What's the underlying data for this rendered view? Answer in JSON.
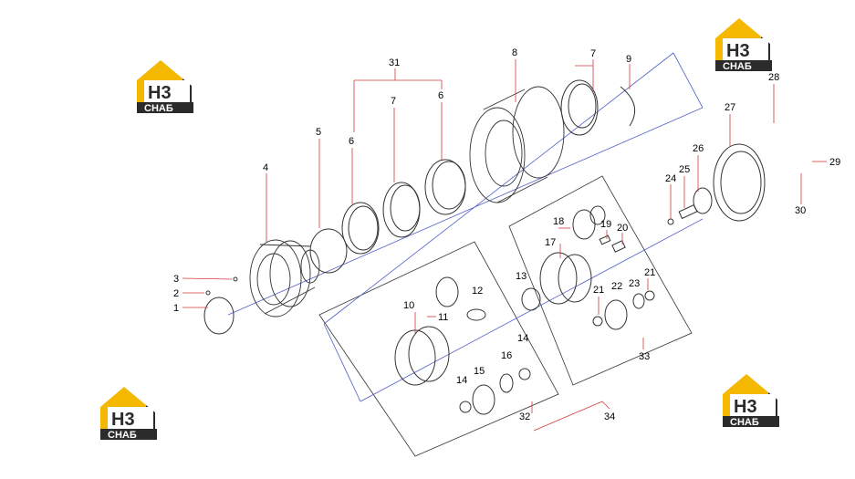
{
  "logo": {
    "mark": "H3",
    "word": "СНАБ",
    "accent": "#f5b800",
    "dark": "#2b2b2b"
  },
  "colors": {
    "leader": "#d23a3a",
    "axis": "#5060c8",
    "outline": "#333333"
  },
  "callouts": {
    "c1": "1",
    "c2": "2",
    "c3": "3",
    "c4": "4",
    "c5": "5",
    "c6a": "6",
    "c6b": "6",
    "c7a": "7",
    "c7b": "7",
    "c8": "8",
    "c9": "9",
    "c10": "10",
    "c11": "11",
    "c12": "12",
    "c13": "13",
    "c14a": "14",
    "c14b": "14",
    "c15": "15",
    "c16": "16",
    "c17": "17",
    "c18": "18",
    "c19": "19",
    "c20": "20",
    "c21a": "21",
    "c21b": "21",
    "c22": "22",
    "c23": "23",
    "c24": "24",
    "c25": "25",
    "c26": "26",
    "c27": "27",
    "c28": "28",
    "c29": "29",
    "c30": "30",
    "c31": "31",
    "c32": "32",
    "c33": "33",
    "c34": "34"
  }
}
